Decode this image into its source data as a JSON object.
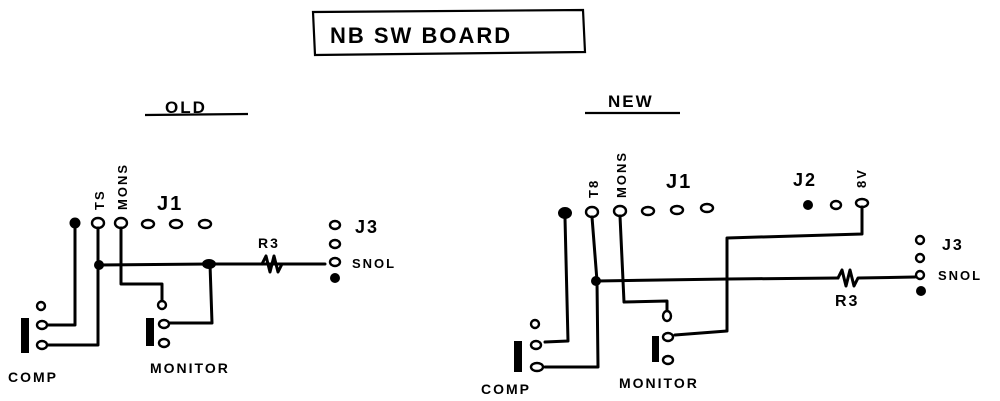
{
  "title": "NB SW BOARD",
  "old": {
    "heading": "OLD",
    "j1": "J1",
    "j3": "J3",
    "pin_ts": "TS",
    "pin_mons": "MONS",
    "resistor": "R3",
    "snol": "SNOL",
    "comp": "COMP",
    "monitor": "MONITOR"
  },
  "new": {
    "heading": "NEW",
    "j1": "J1",
    "j2": "J2",
    "j3": "J3",
    "pin_t8": "T8",
    "pin_mons": "MONS",
    "pin_8v": "8V",
    "resistor": "R3",
    "snol": "SNOL",
    "comp": "COMP",
    "monitor": "MONITOR"
  },
  "colors": {
    "ink": "#000000",
    "paper": "#ffffff"
  }
}
